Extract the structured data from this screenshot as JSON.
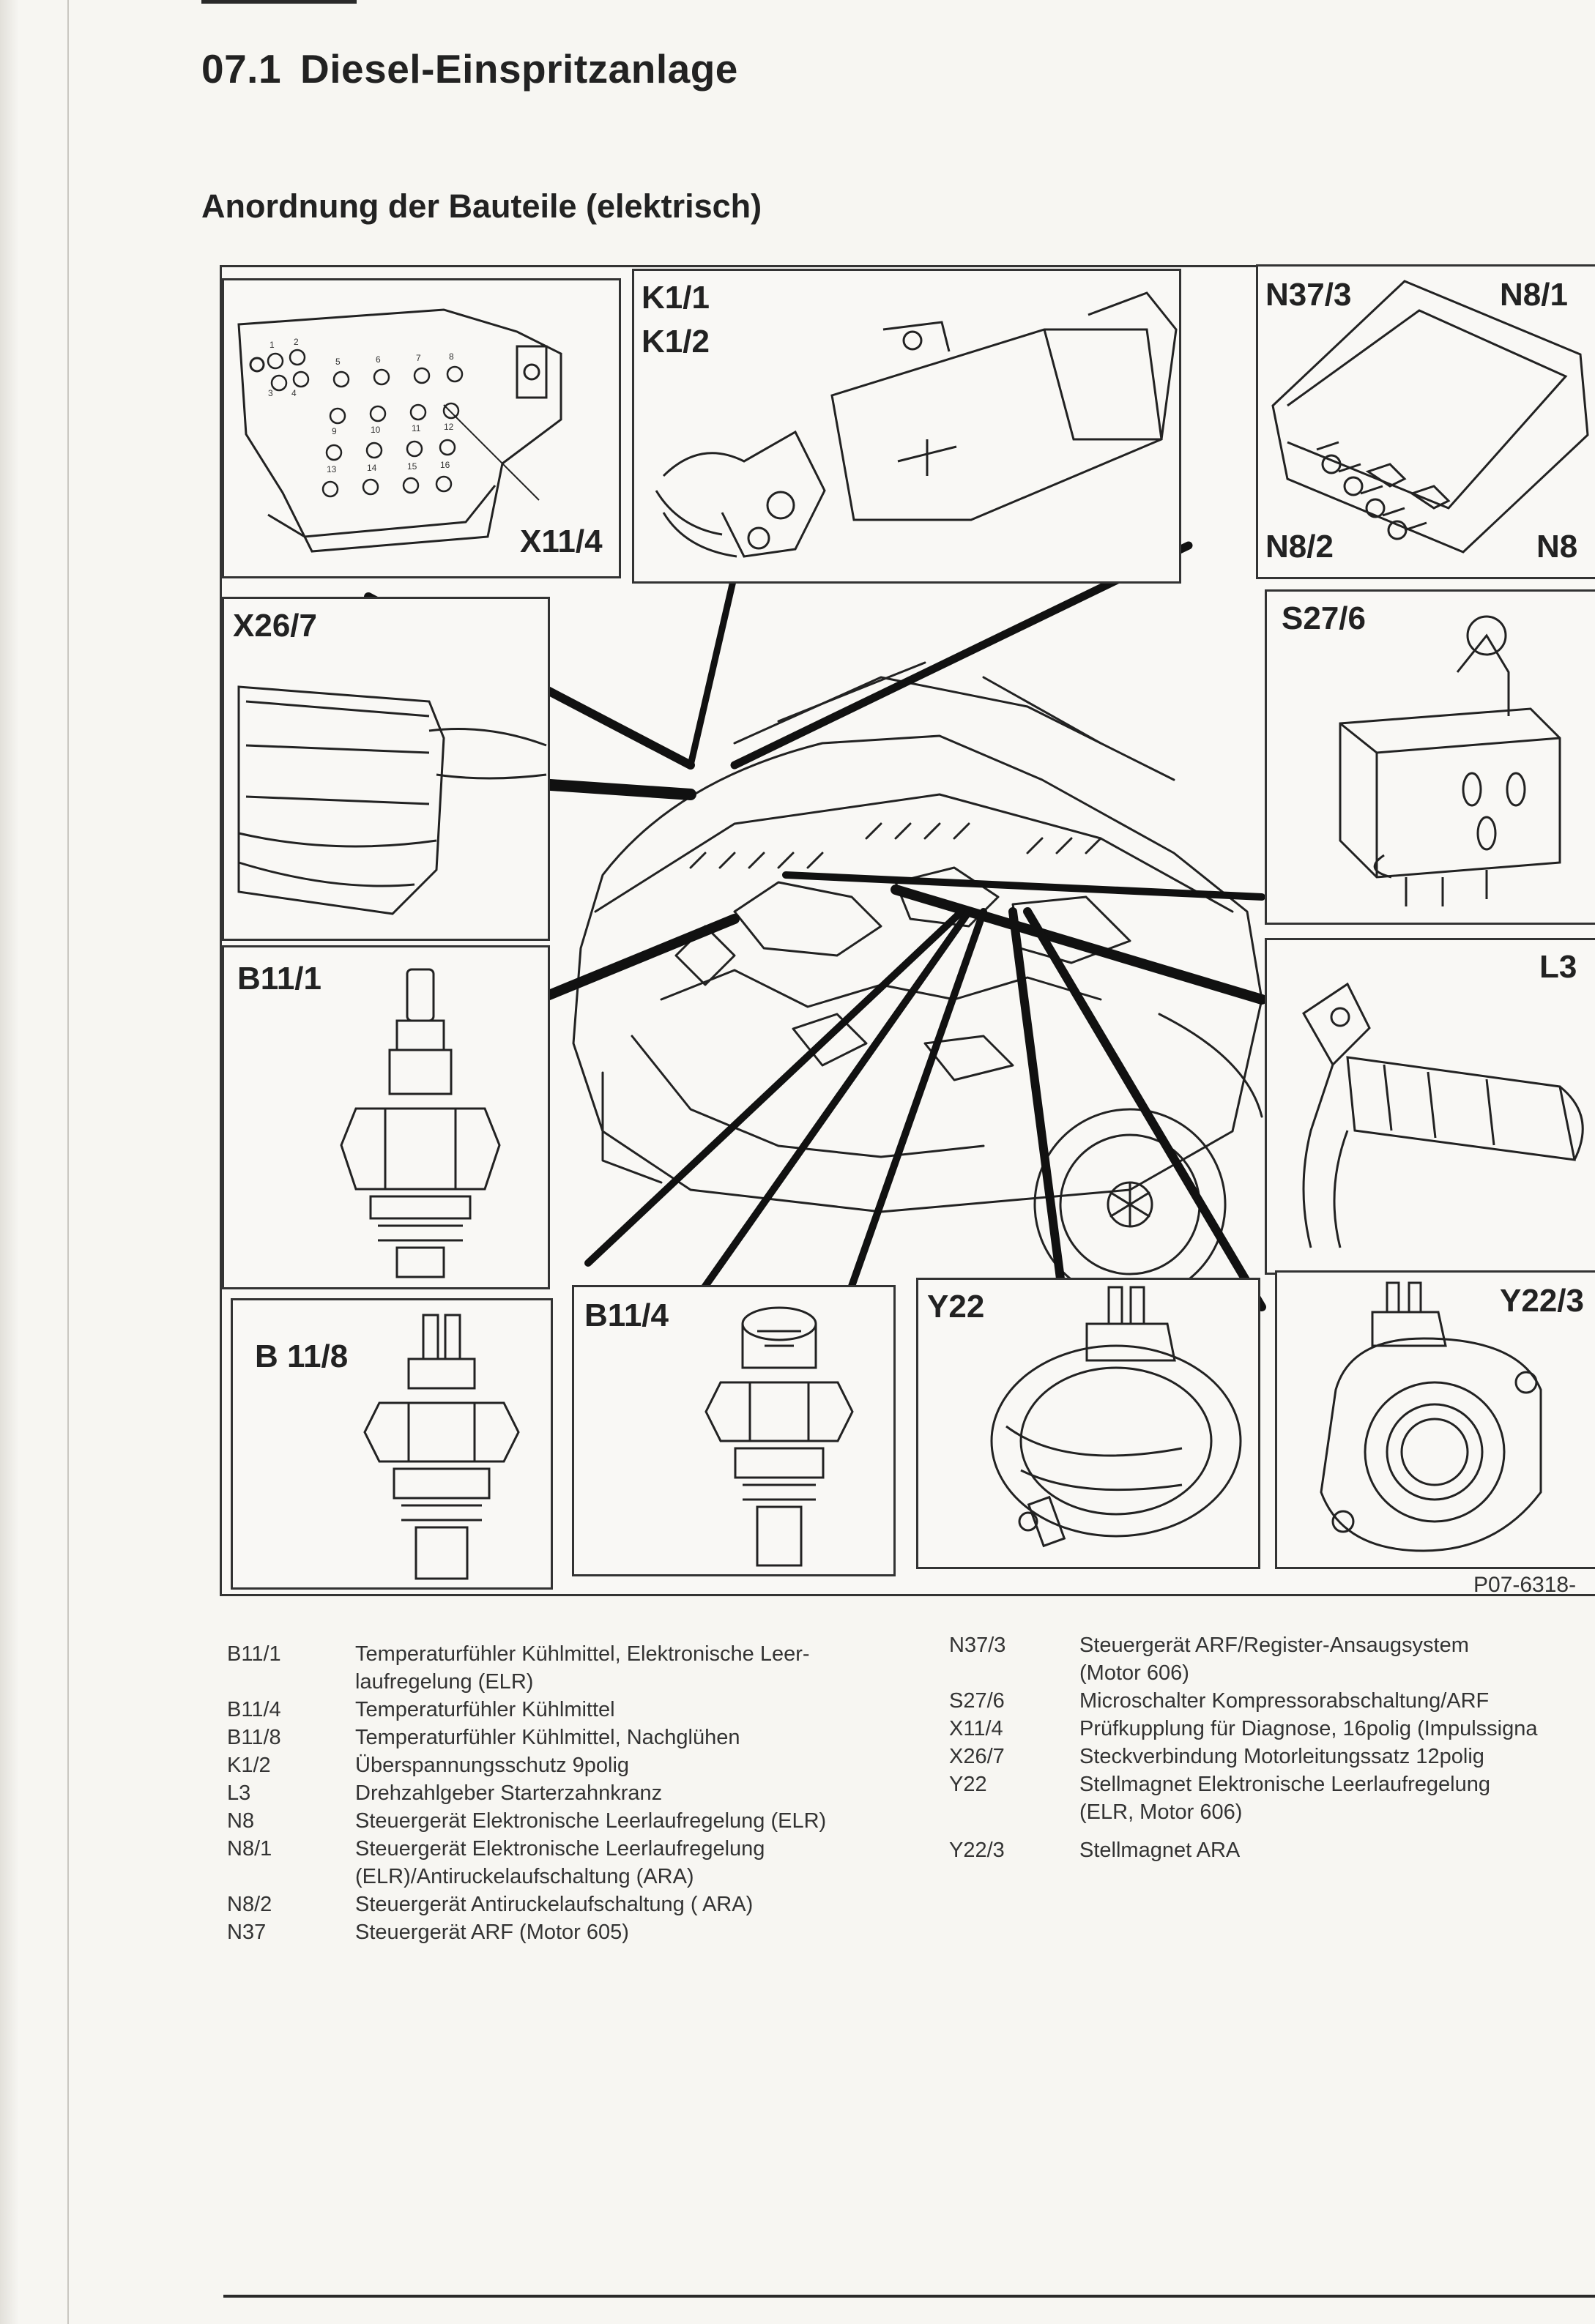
{
  "page": {
    "section_number": "07.1",
    "section_title": "Diesel-Einspritzanlage",
    "subtitle": "Anordnung der Bauteile (elektrisch)"
  },
  "figure": {
    "code": "P07-6318-",
    "panels": {
      "x11_4": "X11/4",
      "k1_1": "K1/1",
      "k1_2": "K1/2",
      "n37_3": "N37/3",
      "n8_1": "N8/1",
      "n8_2": "N8/2",
      "n8": "N8",
      "x26_7": "X26/7",
      "s27_6": "S27/6",
      "b11_1": "B11/1",
      "l3": "L3",
      "b11_8": "B 11/8",
      "b11_4": "B11/4",
      "y22": "Y22",
      "y22_3": "Y22/3"
    },
    "connector_pin_numbers": [
      "1",
      "2",
      "3",
      "4",
      "5",
      "6",
      "7",
      "8",
      "9",
      "10",
      "11",
      "12",
      "13",
      "14",
      "15",
      "16"
    ]
  },
  "legend_left": [
    {
      "code": "B11/1",
      "lines": [
        "Temperaturfühler Kühlmittel, Elektronische Leer-",
        "laufregelung (ELR)"
      ]
    },
    {
      "code": "B11/4",
      "lines": [
        "Temperaturfühler Kühlmittel"
      ]
    },
    {
      "code": "B11/8",
      "lines": [
        "Temperaturfühler Kühlmittel, Nachglühen"
      ]
    },
    {
      "code": "K1/2",
      "lines": [
        "Überspannungsschutz 9polig"
      ]
    },
    {
      "code": "L3",
      "lines": [
        "Drehzahlgeber Starterzahnkranz"
      ]
    },
    {
      "code": "N8",
      "lines": [
        "Steuergerät Elektronische Leerlaufregelung (ELR)"
      ]
    },
    {
      "code": "N8/1",
      "lines": [
        "Steuergerät Elektronische Leerlaufregelung",
        "(ELR)/Antiruckelaufschaltung (ARA)"
      ]
    },
    {
      "code": "N8/2",
      "lines": [
        "Steuergerät Antiruckelaufschaltung ( ARA)"
      ]
    },
    {
      "code": "N37",
      "lines": [
        "Steuergerät ARF (Motor 605)"
      ]
    }
  ],
  "legend_right": [
    {
      "code": "N37/3",
      "lines": [
        "Steuergerät ARF/Register-Ansaugsystem",
        "(Motor 606)"
      ]
    },
    {
      "code": "S27/6",
      "lines": [
        "Microschalter Kompressorabschaltung/ARF"
      ]
    },
    {
      "code": "X11/4",
      "lines": [
        "Prüfkupplung für Diagnose, 16polig (Impulssigna"
      ]
    },
    {
      "code": "X26/7",
      "lines": [
        "Steckverbindung Motorleitungssatz 12polig"
      ]
    },
    {
      "code": "Y22",
      "lines": [
        "Stellmagnet Elektronische Leerlaufregelung",
        "(ELR, Motor 606)"
      ]
    },
    {
      "code": "Y22/3",
      "lines": [
        "Stellmagnet ARA"
      ]
    }
  ]
}
